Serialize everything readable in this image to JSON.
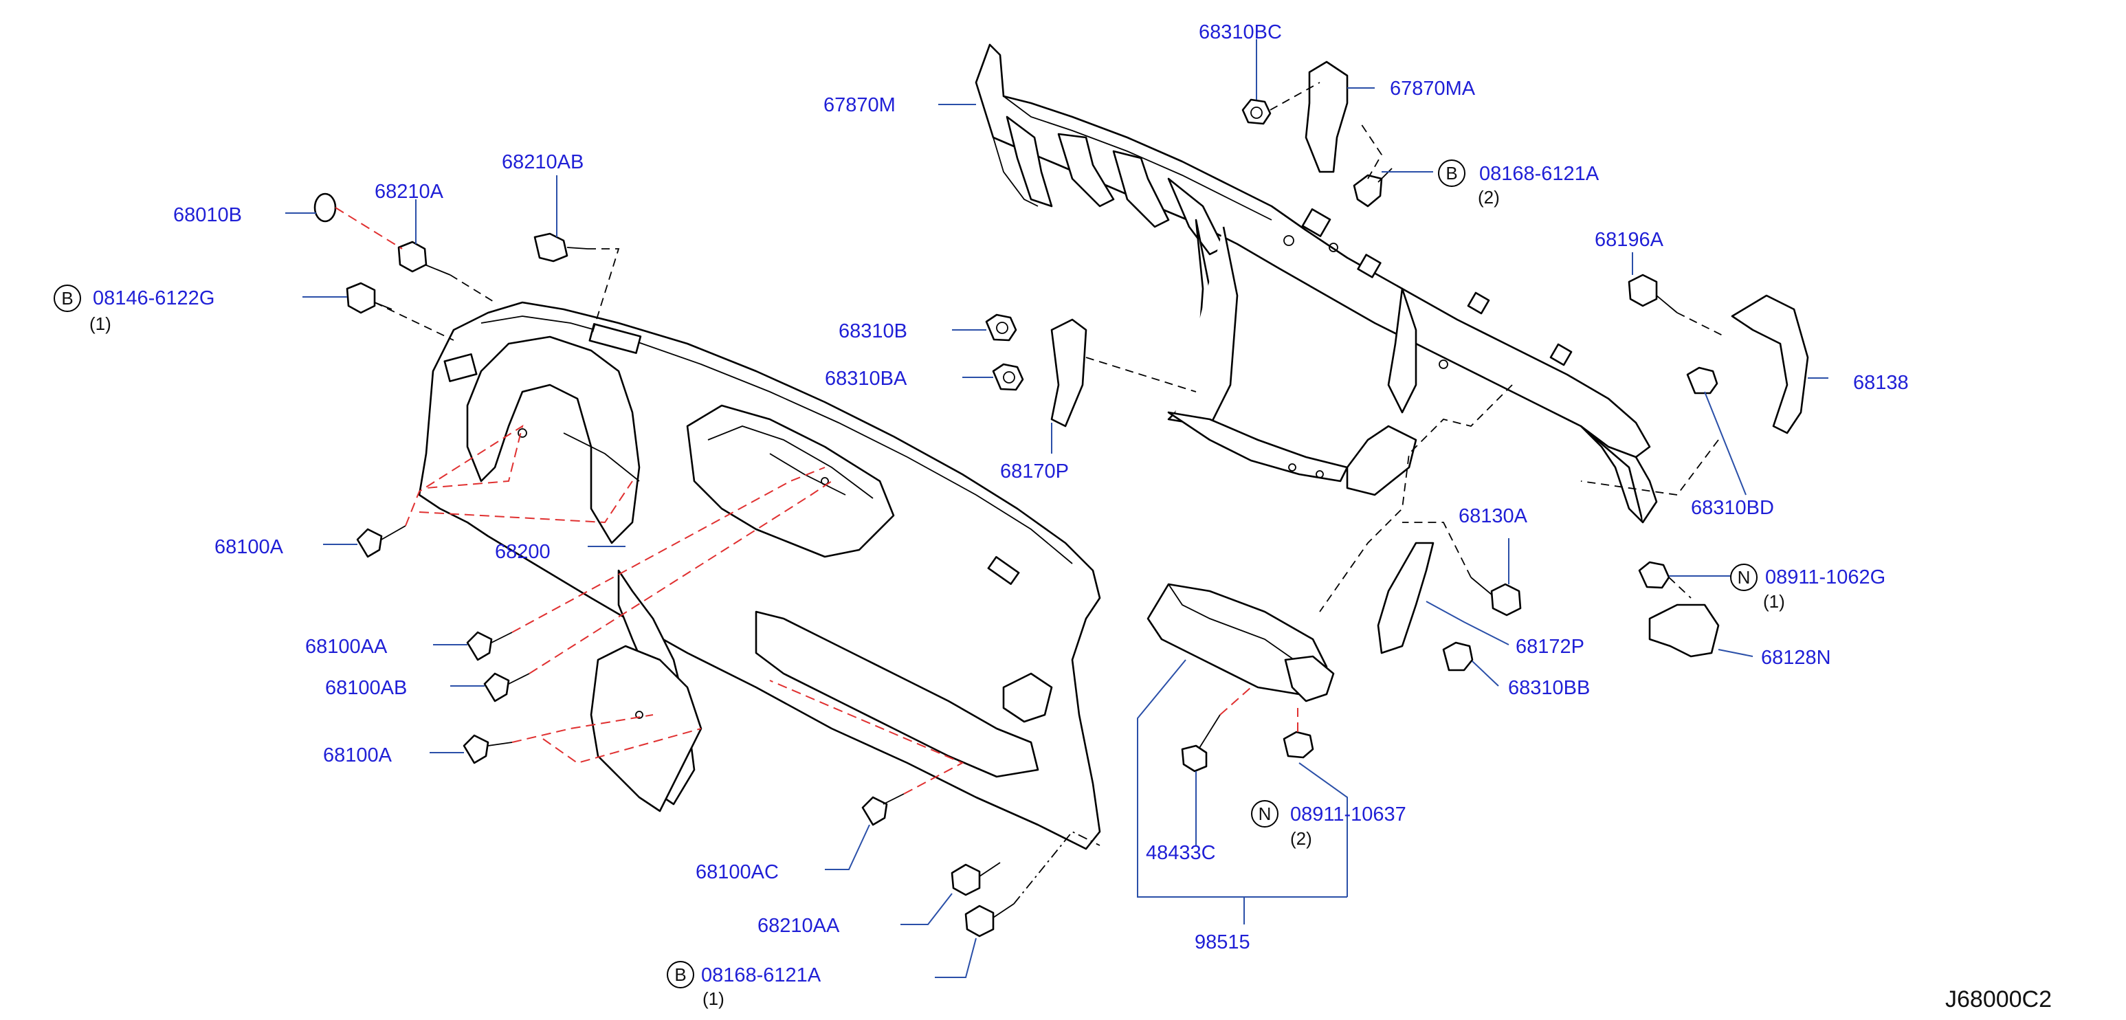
{
  "labels": {
    "p67870M": "67870M",
    "p68310BC": "68310BC",
    "p67870MA": "67870MA",
    "p08168_6121A_top": "08168-6121A",
    "p08168_6121A_top_qty": "(2)",
    "p68210AB": "68210AB",
    "p68210A": "68210A",
    "p68010B": "68010B",
    "p08146_6122G": "08146-6122G",
    "p08146_6122G_qty": "(1)",
    "p68196A": "68196A",
    "p68310B": "68310B",
    "p68310BA": "68310BA",
    "p68138": "68138",
    "p68170P": "68170P",
    "p68310BD": "68310BD",
    "p68100A_top": "68100A",
    "p68200": "68200",
    "p68130A": "68130A",
    "p08911_1062G": "08911-1062G",
    "p08911_1062G_qty": "(1)",
    "p68100AA": "68100AA",
    "p68172P": "68172P",
    "p68128N": "68128N",
    "p68100AB": "68100AB",
    "p68310BB": "68310BB",
    "p68100A_low": "68100A",
    "p08911_10637": "08911-10637",
    "p08911_10637_qty": "(2)",
    "p48433C": "48433C",
    "p68100AC": "68100AC",
    "p68210AA": "68210AA",
    "p98515": "98515",
    "p08168_6121A_bot": "08168-6121A",
    "p08168_6121A_bot_qty": "(1)"
  },
  "markers": {
    "bolt": "B",
    "nut": "N"
  },
  "reference": "J68000C2",
  "colors": {
    "label": "#1f1fd6",
    "leader": "#2a4fa8",
    "red_dashed": "#e03030",
    "outline": "#000000",
    "background": "#ffffff"
  }
}
